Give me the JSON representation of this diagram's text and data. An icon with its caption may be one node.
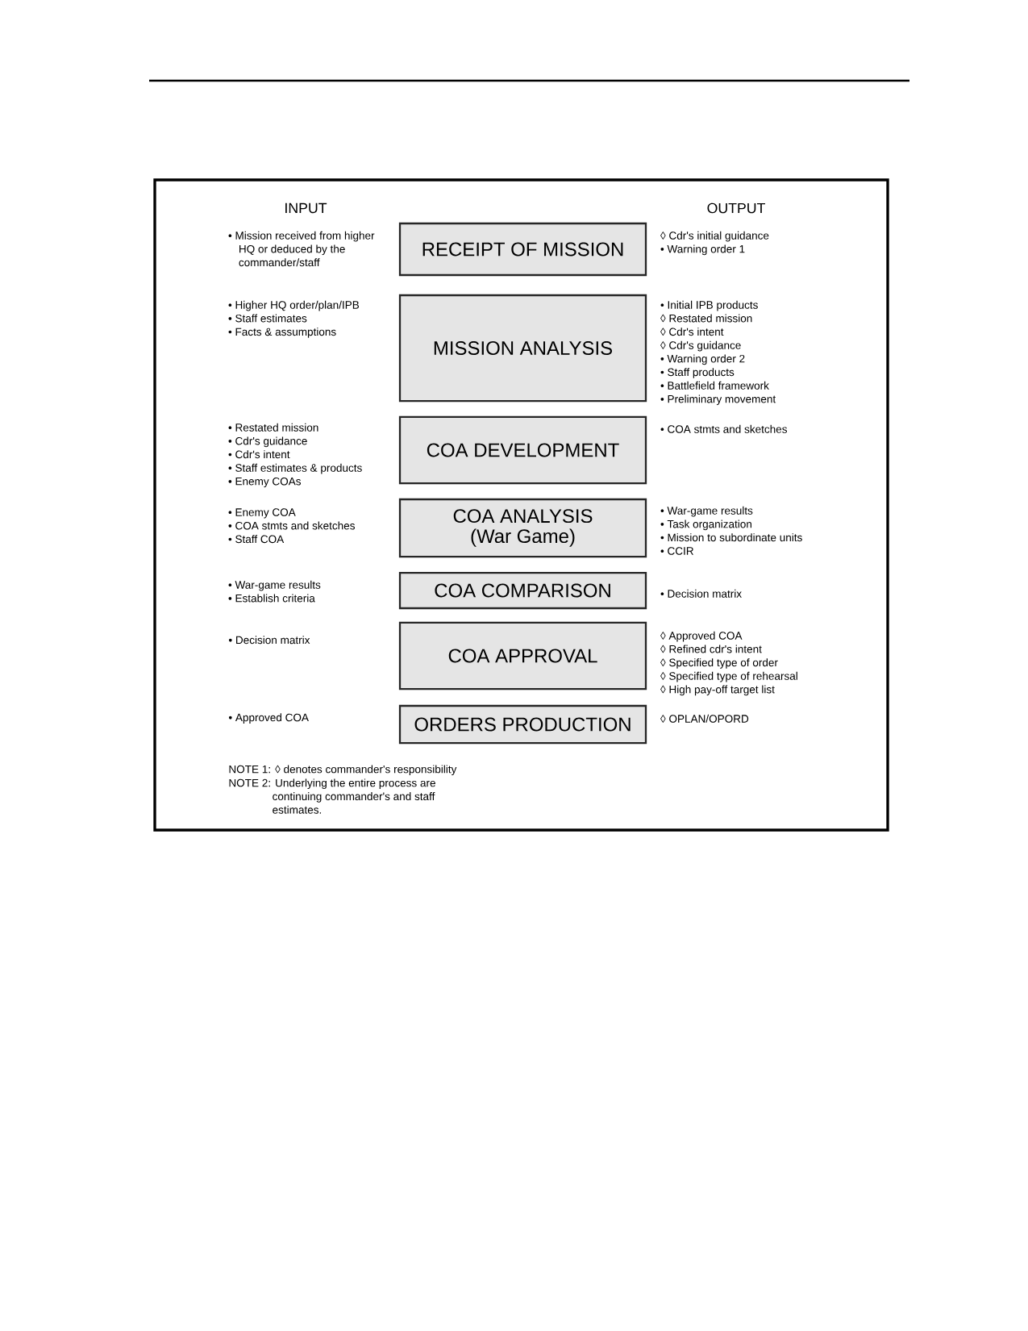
{
  "diagram": {
    "nodes": [
      {
        "text": [
          "RECEIPT OF MISSION"
        ],
        "beside": [
          "• Mission received from higher HQ or deduced by the commander/staff",
          "◊ Cdr's initial guidance",
          "• Warning order 1"
        ]
      },
      {
        "text": [
          "MISSION ANALYSIS"
        ],
        "beside": [
          "• Higher HQ order/plan/IPB",
          "• Staff estimates",
          "• Facts & assumptions",
          "• Initial IPB products",
          "◊ Restated mission",
          "◊ Cdr's intent",
          "◊ Cdr's guidance",
          "• Warning order 2",
          "• Staff products",
          "• Battlefield framework",
          "• Preliminary movement"
        ]
      },
      {
        "text": [
          "COA DEVELOPMENT"
        ],
        "beside": [
          "• Restated mission",
          "• Cdr's guidance",
          "• Cdr's intent",
          "• Staff estimates & products",
          "• Enemy COAs",
          "• COA stmts and sketches"
        ]
      },
      {
        "text": [
          "COA ANALYSIS",
          "(War Game)"
        ],
        "beside": [
          "• Enemy COA",
          "• COA stmts and sketches",
          "• Staff COA",
          "• War-game results",
          "• Task organization",
          "• Mission to subordinate units",
          "• CCIR"
        ]
      },
      {
        "text": [
          "COA COMPARISON"
        ],
        "beside": [
          "• War-game results",
          "• Establish criteria",
          "• Decision matrix"
        ]
      },
      {
        "text": [
          "COA APPROVAL"
        ],
        "beside": [
          "◊ Approved COA",
          "◊ Refined cdr's intent",
          "◊ Specified type of order",
          "◊ Specified type of rehearsal",
          "◊ High pay-off target list"
        ]
      },
      {
        "text": [
          "ORDERS PRODUCTION"
        ],
        "beside": [
          "◊ OPLAN/OPORD"
        ]
      }
    ],
    "labels": [
      "INPUT",
      "OUTPUT",
      "• Decision matrix",
      "• Approved COA",
      "NOTE 1: ◊ denotes commander's responsibility",
      "NOTE 2: Underlying the entire process are continuing commander's and staff estimates."
    ]
  }
}
